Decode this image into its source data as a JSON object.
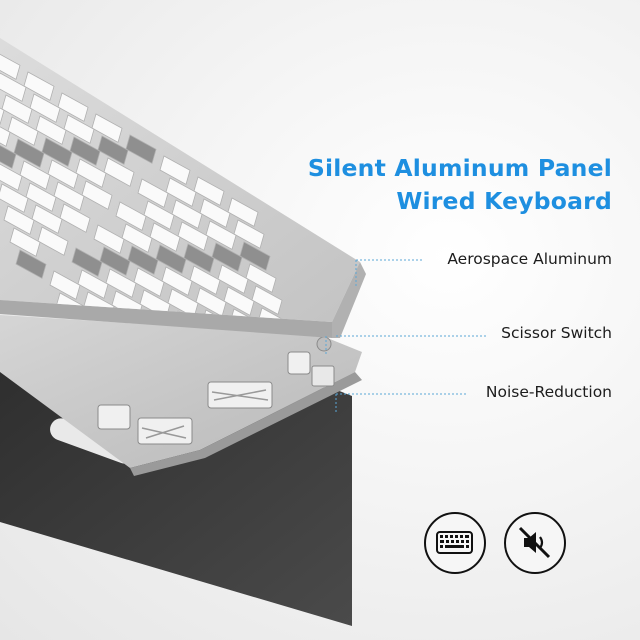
{
  "headline": {
    "line1": "Silent Aluminum Panel",
    "line2": "Wired Keyboard",
    "color": "#1e8fe0"
  },
  "callouts": [
    {
      "label": "Aerospace Aluminum"
    },
    {
      "label": "Scissor Switch"
    },
    {
      "label": "Noise-Reduction"
    }
  ],
  "badges": [
    {
      "icon": "keyboard-icon"
    },
    {
      "icon": "speaker-muted-icon"
    }
  ],
  "colors": {
    "leader_line": "#5aa7d6",
    "panel": "#c9c9c9",
    "membrane": "#3a3a3a",
    "keycap": "#fafafa"
  }
}
